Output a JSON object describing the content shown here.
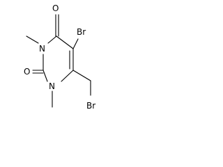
{
  "diagram": {
    "type": "skeletal-structural-formula",
    "atoms": {
      "o_top": "O",
      "n_upper": "N",
      "br_ring": "Br",
      "o_left": "O",
      "n_lower": "N",
      "br_side": "Br"
    },
    "colors": {
      "line": "#000000",
      "background": "#ffffff"
    }
  }
}
